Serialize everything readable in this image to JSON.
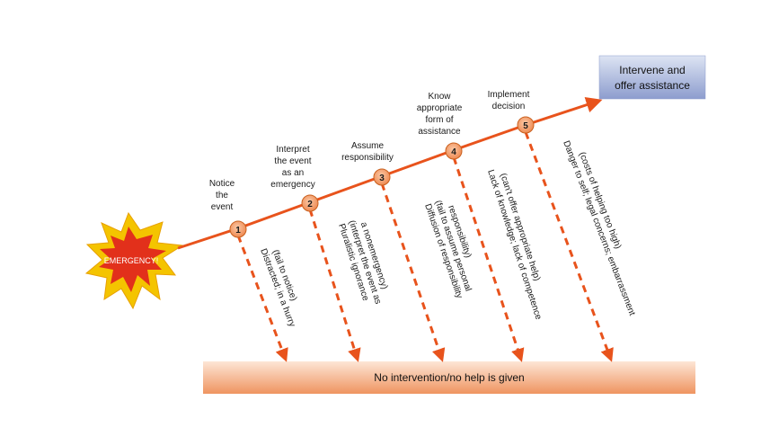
{
  "start": {
    "label": "EMERGENCY!"
  },
  "steps": [
    {
      "number": "1",
      "lines": [
        "Notice",
        "the",
        "event"
      ]
    },
    {
      "number": "2",
      "lines": [
        "Interpret",
        "the event",
        "as an",
        "emergency"
      ]
    },
    {
      "number": "3",
      "lines": [
        "Assume",
        "responsibility"
      ]
    },
    {
      "number": "4",
      "lines": [
        "Know",
        "appropriate",
        "form of",
        "assistance"
      ]
    },
    {
      "number": "5",
      "lines": [
        "Implement",
        "decision"
      ]
    }
  ],
  "barriers": [
    {
      "lines": [
        "Distracted; in a hurry",
        "(fail to notice)"
      ]
    },
    {
      "lines": [
        "Pluralistic ignorance",
        "(interpret the event as",
        "a nonemergency)"
      ]
    },
    {
      "lines": [
        "Diffusion of responsibility",
        "(fail to assume personal",
        "responsibility)"
      ]
    },
    {
      "lines": [
        "Lack of knowledge; lack of competence",
        "(can't offer appropriate help)"
      ]
    },
    {
      "lines": [
        "Danger to self; legal concerns; embarrassment",
        "(costs of helping too high)"
      ]
    }
  ],
  "outcome_success": {
    "lines": [
      "Intervene and",
      "offer assistance"
    ]
  },
  "outcome_fail": {
    "label": "No intervention/no help is given"
  },
  "colors": {
    "arrow": "#e8531c",
    "circle": "#f3a070",
    "successBoxTop": "#d9e1f2",
    "successBoxBottom": "#8e9fcf",
    "failBoxTop": "#fde1cf",
    "failBoxBottom": "#f09a6a"
  }
}
